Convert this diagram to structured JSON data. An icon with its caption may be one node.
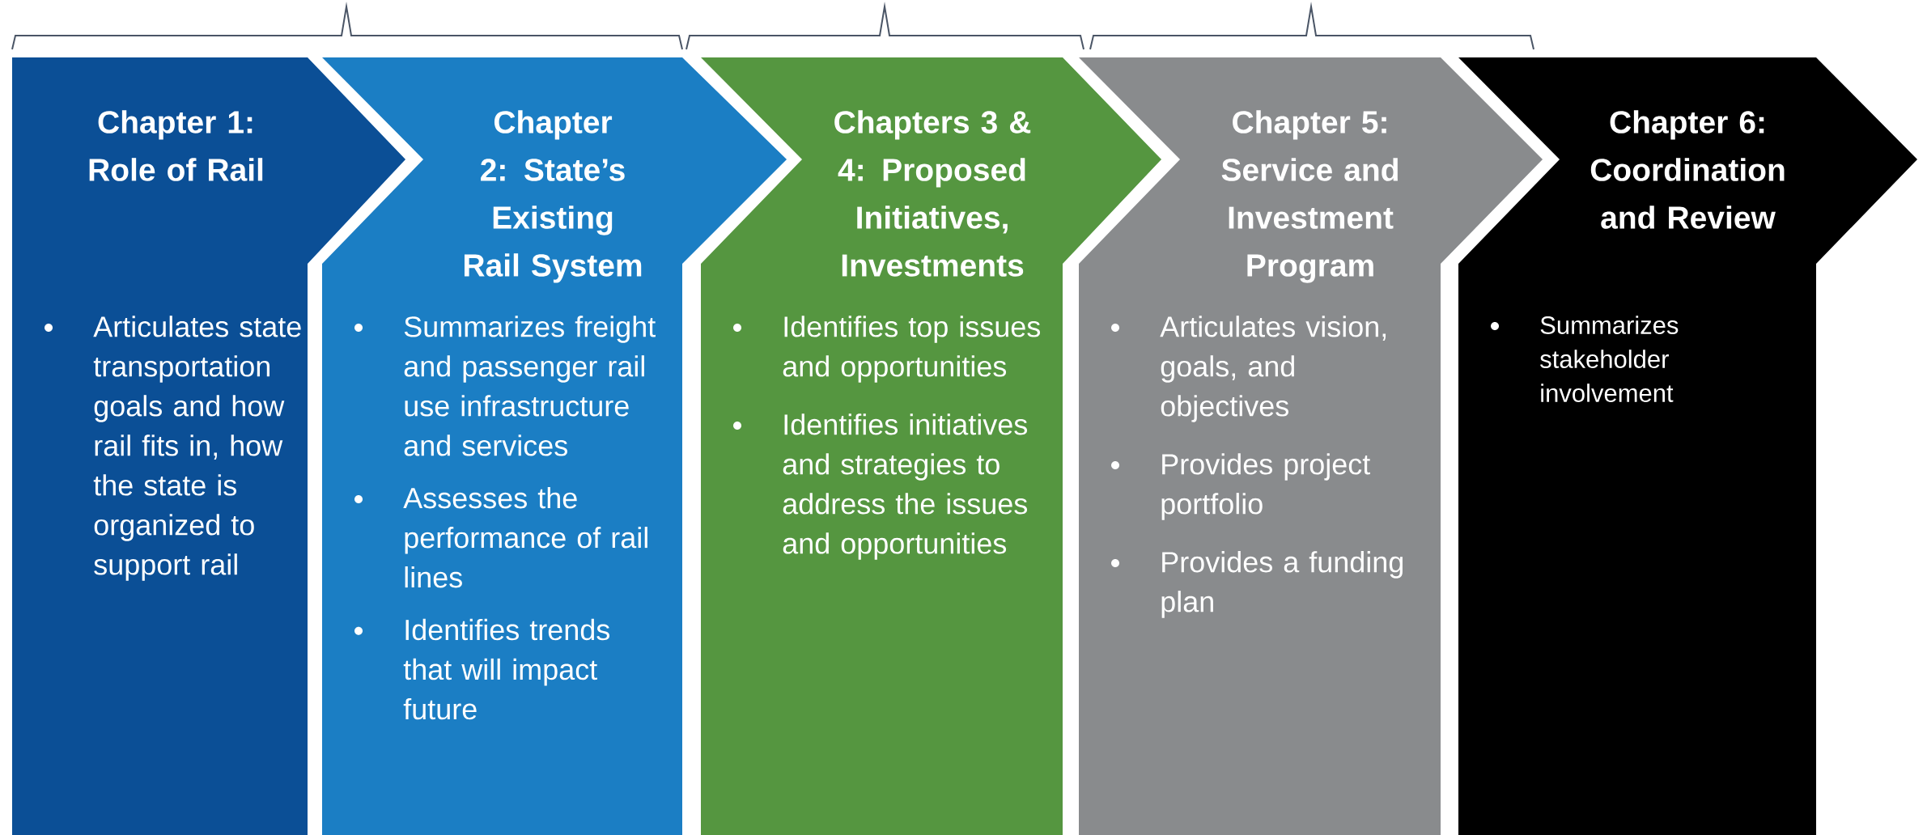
{
  "diagram": {
    "nodes": [
      {
        "text": [
          "Chapter 1: Role of Rail",
          "Articulates state transportation goals and how rail fits in, how the state is organized to support rail"
        ]
      },
      {
        "text": [
          "Chapter 2: State’s Existing Rail System",
          "Summarizes freight and passenger rail use infrastructure and services",
          "Assesses the performance of rail lines",
          "Identifies trends that will impact future"
        ]
      },
      {
        "text": [
          "Chapters 3 & 4: Proposed Initiatives, Investments",
          "Identifies top issues and opportunities",
          "Identifies initiatives and strategies to address the issues and opportunities"
        ]
      },
      {
        "text": [
          "Chapter 5: Service and Investment Program",
          "Articulates vision, goals, and objectives",
          "Provides project portfolio",
          "Provides a funding plan"
        ]
      },
      {
        "text": [
          "Chapter 6: Coordination and Review",
          "Summarizes stakeholder involvement"
        ]
      }
    ]
  }
}
